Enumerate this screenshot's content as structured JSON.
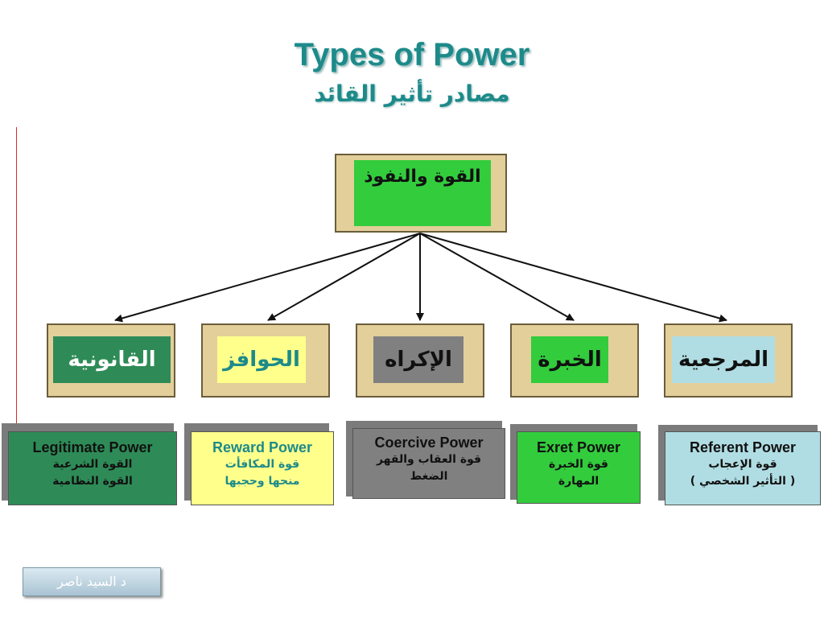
{
  "title": "Types of Power",
  "subtitle": "مصادر تأثير القائد",
  "root": {
    "label": "القوة والنفوذ"
  },
  "categories": [
    {
      "label": "القانونية"
    },
    {
      "label": "الحوافز"
    },
    {
      "label": "الإكراه"
    },
    {
      "label": "الخبرة"
    },
    {
      "label": "المرجعية"
    }
  ],
  "details": [
    {
      "title": "Legitimate Power",
      "line1": "القوة الشرعية",
      "line2": "القوة النظامية"
    },
    {
      "title": "Reward Power",
      "line1": "قوة المكافأت",
      "line2": "منحها وحجبها"
    },
    {
      "title": "Coercive Power",
      "line1": "قوة العقاب والقهر",
      "line2": "الضغط"
    },
    {
      "title": "Exret Power",
      "line1": "قوة الخبرة",
      "line2": "المهارة"
    },
    {
      "title": "Referent Power",
      "line1": "قوة الإعجاب",
      "line2": "( التأثير الشخصي )"
    }
  ],
  "footer": {
    "label": "د السيد ناصر"
  },
  "colors": {
    "title": "#1d8a8a",
    "frame": "#e3cf9a",
    "root_fill": "#33cc3d",
    "legitimate": "#2e8b57",
    "reward": "#ffff8c",
    "coercive": "#808080",
    "expert": "#33cc3d",
    "referent": "#b0dde3"
  }
}
